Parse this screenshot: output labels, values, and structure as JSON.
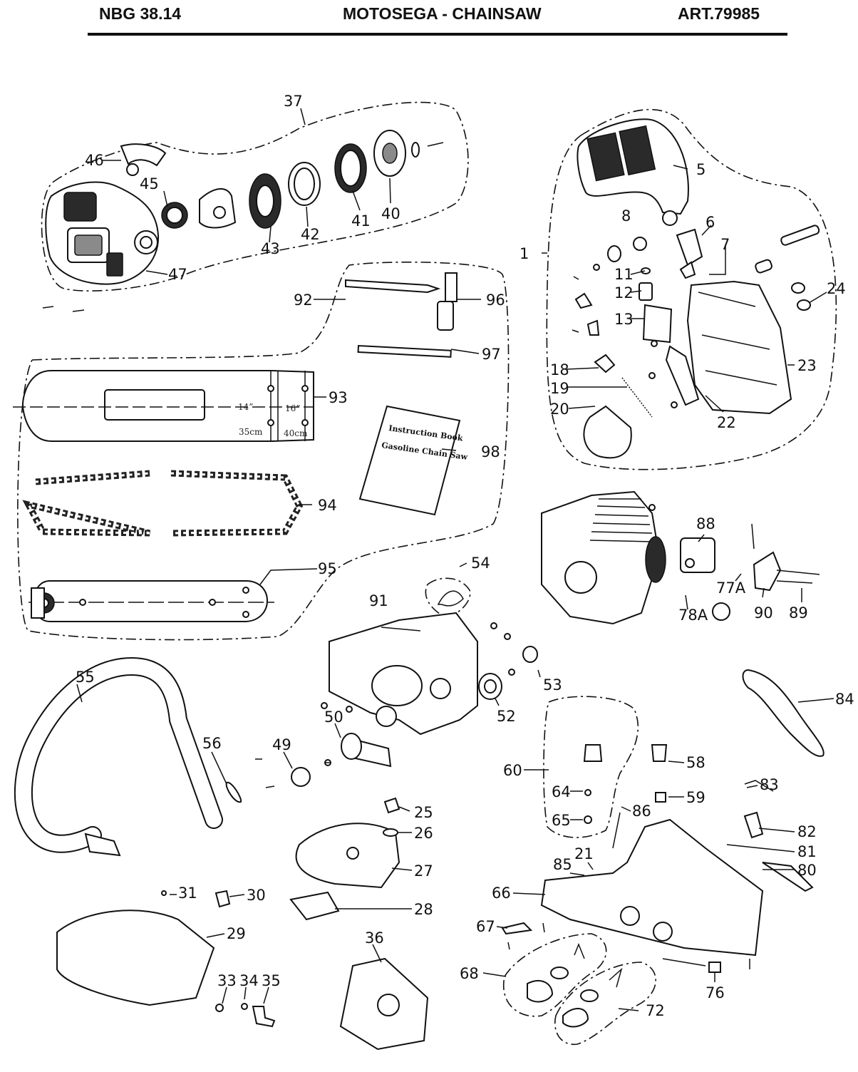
{
  "header": {
    "left": "NBG 38.14",
    "center": "MOTOSEGA - CHAINSAW",
    "right": "ART.79985"
  },
  "bar_markings": {
    "len14": "14”",
    "len16": "16”",
    "cm35": "35cm",
    "cm40": "40cm"
  },
  "booklet": {
    "line1": "Instruction Book",
    "line2": "Gasoline Chain Saw"
  },
  "part_labels": [
    "1",
    "5",
    "6",
    "7",
    "8",
    "11",
    "12",
    "13",
    "18",
    "19",
    "20",
    "21",
    "22",
    "23",
    "24",
    "25",
    "26",
    "27",
    "28",
    "29",
    "30",
    "31",
    "33",
    "34",
    "35",
    "36",
    "37",
    "40",
    "41",
    "42",
    "43",
    "45",
    "46",
    "47",
    "49",
    "50",
    "52",
    "53",
    "54",
    "55",
    "56",
    "58",
    "59",
    "60",
    "64",
    "65",
    "66",
    "67",
    "68",
    "72",
    "76",
    "77A",
    "78A",
    "80",
    "81",
    "82",
    "83",
    "84",
    "85",
    "86",
    "88",
    "89",
    "90",
    "91",
    "92",
    "93",
    "94",
    "95",
    "96",
    "97",
    "98"
  ]
}
